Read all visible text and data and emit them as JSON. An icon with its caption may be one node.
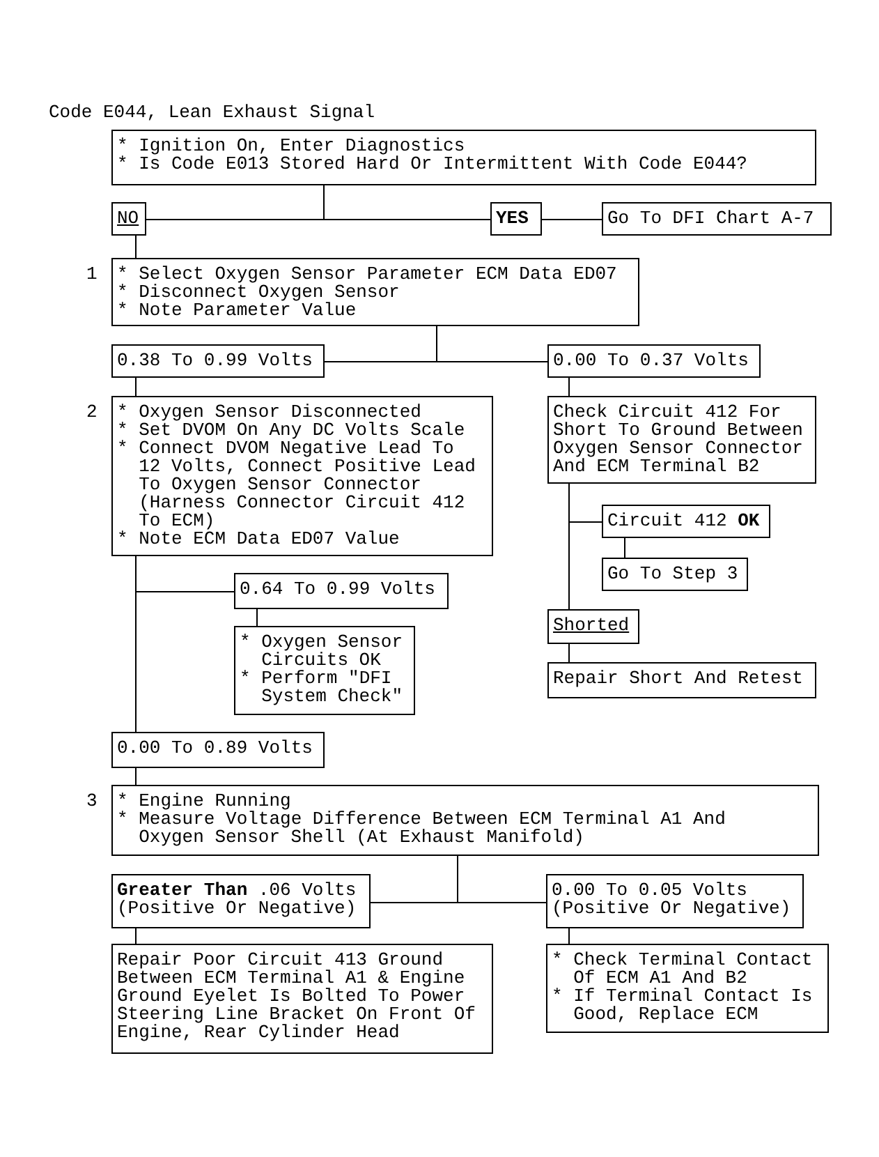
{
  "diagram": {
    "title": "Code E044, Lean Exhaust Signal",
    "nodes": [
      {
        "text": [
          "* Ignition On, Enter Diagnostics",
          "* Is Code E013 Stored Hard Or Intermittent With Code E044?"
        ]
      },
      {
        "text": [
          "NO"
        ]
      },
      {
        "text": [
          "YES"
        ]
      },
      {
        "text": [
          "Go To DFI Chart A-7"
        ]
      },
      {
        "text": [
          "* Select Oxygen Sensor Parameter ECM Data ED07",
          "* Disconnect Oxygen Sensor",
          "* Note Parameter Value"
        ],
        "beside": [
          "1"
        ]
      },
      {
        "text": [
          "0.38 To 0.99 Volts"
        ]
      },
      {
        "text": [
          "0.00 To 0.37 Volts"
        ]
      },
      {
        "text": [
          "* Oxygen Sensor Disconnected",
          "* Set DVOM On Any DC Volts Scale",
          "* Connect DVOM Negative Lead To 12 Volts, Connect Positive Lead To Oxygen Sensor Connector (Harness Connector Circuit 412 To ECM)",
          "* Note ECM Data ED07 Value"
        ],
        "beside": [
          "2"
        ]
      },
      {
        "text": [
          "Check Circuit 412 For Short To Ground Between Oxygen Sensor Connector And ECM Terminal B2"
        ]
      },
      {
        "text": [
          "Circuit 412 **OK**"
        ]
      },
      {
        "text": [
          "Go To Step 3"
        ]
      },
      {
        "text": [
          "0.64 To 0.99 Volts"
        ]
      },
      {
        "text": [
          "Shorted"
        ]
      },
      {
        "text": [
          "* Oxygen Sensor Circuits OK",
          "* Perform \"DFI System Check\""
        ]
      },
      {
        "text": [
          "Repair Short And Retest"
        ]
      },
      {
        "text": [
          "0.00 To 0.89 Volts"
        ]
      },
      {
        "text": [
          "* Engine Running",
          "* Measure Voltage Difference Between ECM Terminal A1 And Oxygen Sensor Shell (At Exhaust Manifold)"
        ],
        "beside": [
          "3"
        ]
      },
      {
        "text": [
          "**Greater Than** .06 Volts (Positive Or Negative)"
        ]
      },
      {
        "text": [
          "0.00 To 0.05 Volts (Positive Or Negative)"
        ]
      },
      {
        "text": [
          "Repair Poor Circuit 413 Ground Between ECM Terminal A1 & Engine Ground Eyelet Is Bolted To Power Steering Line Bracket On Front Of Engine, Rear Cylinder Head"
        ]
      },
      {
        "text": [
          "* Check Terminal Contact Of ECM A1 And B2",
          "* If Terminal Contact Is Good, Replace ECM"
        ]
      }
    ],
    "edges": [
      {
        "from": 0,
        "to": 1,
        "arrow": "none"
      },
      {
        "from": 0,
        "to": 2,
        "arrow": "none"
      },
      {
        "from": 2,
        "to": 3,
        "arrow": "none"
      },
      {
        "from": 1,
        "to": 4,
        "arrow": "none"
      },
      {
        "from": 4,
        "to": 5,
        "arrow": "none"
      },
      {
        "from": 4,
        "to": 6,
        "arrow": "none"
      },
      {
        "from": 5,
        "to": 7,
        "arrow": "none"
      },
      {
        "from": 6,
        "to": 8,
        "arrow": "none"
      },
      {
        "from": 7,
        "to": 11,
        "arrow": "none"
      },
      {
        "from": 7,
        "to": 15,
        "arrow": "none"
      },
      {
        "from": 11,
        "to": 13,
        "arrow": "none"
      },
      {
        "from": 8,
        "to": 9,
        "arrow": "none"
      },
      {
        "from": 8,
        "to": 12,
        "arrow": "none"
      },
      {
        "from": 9,
        "to": 10,
        "arrow": "none"
      },
      {
        "from": 12,
        "to": 14,
        "arrow": "none"
      },
      {
        "from": 15,
        "to": 16,
        "arrow": "none"
      },
      {
        "from": 16,
        "to": 17,
        "arrow": "none"
      },
      {
        "from": 16,
        "to": 18,
        "arrow": "none"
      },
      {
        "from": 17,
        "to": 19,
        "arrow": "none"
      },
      {
        "from": 18,
        "to": 20,
        "arrow": "none"
      }
    ]
  }
}
